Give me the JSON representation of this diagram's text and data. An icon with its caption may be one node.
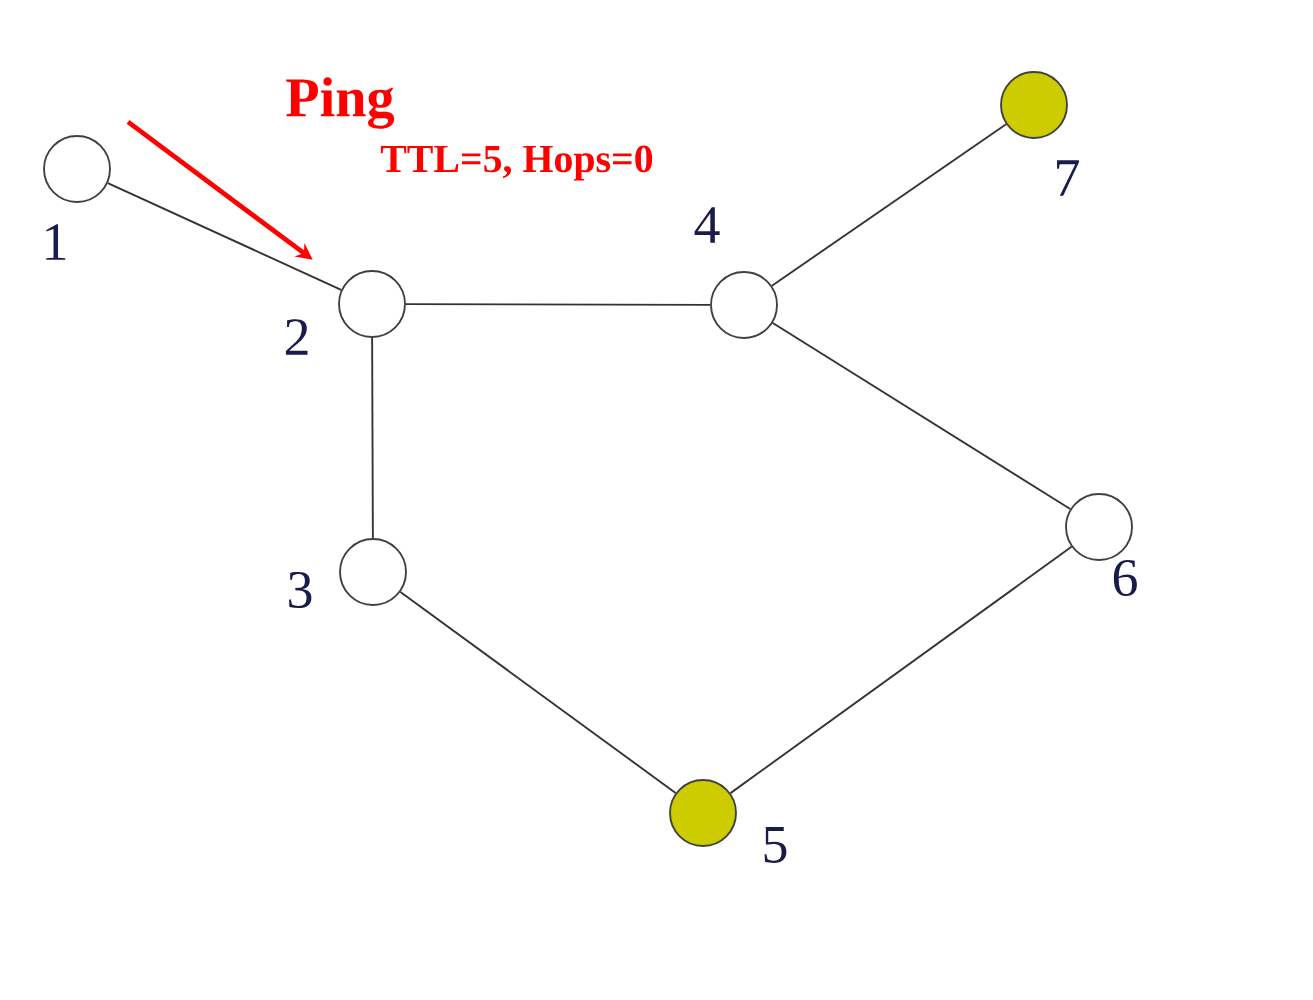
{
  "diagram": {
    "nodes": [
      {
        "text": [],
        "shape": "circle",
        "beside": [
          "1"
        ]
      },
      {
        "text": [],
        "shape": "circle",
        "beside": [
          "2"
        ]
      },
      {
        "text": [],
        "shape": "circle",
        "beside": [
          "3"
        ]
      },
      {
        "text": [],
        "shape": "circle",
        "beside": [
          "4"
        ]
      },
      {
        "text": [],
        "shape": "circle",
        "beside": [
          "5"
        ]
      },
      {
        "text": [],
        "shape": "circle",
        "beside": [
          "6"
        ]
      },
      {
        "text": [],
        "shape": "circle",
        "beside": [
          "7"
        ]
      }
    ],
    "edges": [
      {
        "from": 0,
        "to": 1,
        "arrow": "none"
      },
      {
        "from": 1,
        "to": 3,
        "arrow": "none"
      },
      {
        "from": 1,
        "to": 2,
        "arrow": "none"
      },
      {
        "from": 3,
        "to": 6,
        "arrow": "none"
      },
      {
        "from": 3,
        "to": 5,
        "arrow": "none"
      },
      {
        "from": 2,
        "to": 4,
        "arrow": "none"
      },
      {
        "from": 5,
        "to": 4,
        "arrow": "none"
      },
      {
        "from": null,
        "to": 1,
        "arrow": "to",
        "style": "thick",
        "color": "#ff0000"
      }
    ],
    "labels": [
      "Ping",
      "TTL=5, Hops=0"
    ]
  }
}
